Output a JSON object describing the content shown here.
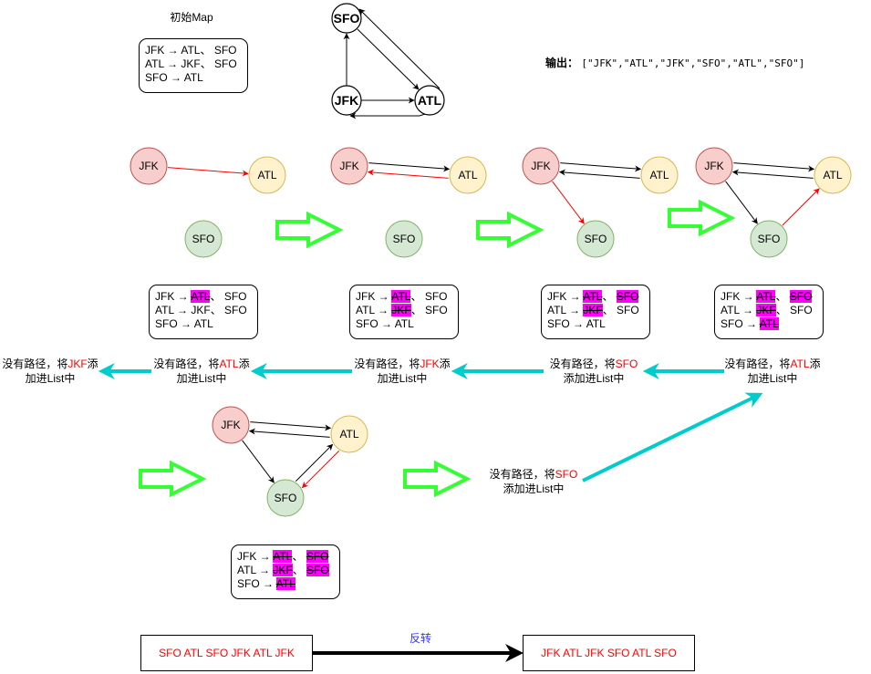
{
  "initial": {
    "title": "初始Map",
    "adjacency": [
      {
        "from": "JFK",
        "arrow": "→",
        "targets": [
          {
            "name": "ATL",
            "used": false
          },
          {
            "name": "SFO",
            "used": false
          }
        ]
      },
      {
        "from": "ATL",
        "arrow": "→",
        "targets": [
          {
            "name": "JKF",
            "used": false
          },
          {
            "name": "SFO",
            "used": false
          }
        ]
      },
      {
        "from": "SFO",
        "arrow": "→",
        "targets": [
          {
            "name": "ATL",
            "used": false
          }
        ]
      }
    ]
  },
  "output": {
    "label": "输出：",
    "value": "[\"JFK\",\"ATL\",\"JFK\",\"SFO\",\"ATL\",\"SFO\"]"
  },
  "nodes": {
    "JFK": {
      "label": "JFK",
      "fill": "#f8cecc",
      "stroke": "#b85450"
    },
    "ATL": {
      "label": "ATL",
      "fill": "#fff2cc",
      "stroke": "#d6b656"
    },
    "SFO": {
      "label": "SFO",
      "fill": "#d5e8d4",
      "stroke": "#82b366"
    }
  },
  "top_graph": {
    "nodes": [
      "SFO",
      "JFK",
      "ATL"
    ],
    "edges": [
      {
        "from": "JFK",
        "to": "SFO"
      },
      {
        "from": "SFO",
        "to": "ATL"
      },
      {
        "from": "ATL",
        "to": "SFO"
      },
      {
        "from": "JFK",
        "to": "ATL"
      },
      {
        "from": "ATL",
        "to": "JFK"
      }
    ]
  },
  "steps": [
    {
      "edges": [
        {
          "from": "JFK",
          "to": "ATL",
          "active": true
        }
      ],
      "adjacency": [
        {
          "from": "JFK",
          "arrow": "→",
          "targets": [
            {
              "name": "ATL",
              "used": true
            },
            {
              "name": "SFO",
              "used": false
            }
          ]
        },
        {
          "from": "ATL",
          "arrow": "→",
          "targets": [
            {
              "name": "JKF",
              "used": false
            },
            {
              "name": "SFO",
              "used": false
            }
          ]
        },
        {
          "from": "SFO",
          "arrow": "→",
          "targets": [
            {
              "name": "ATL",
              "used": false
            }
          ]
        }
      ],
      "caption": {
        "prefix": "没有路径，将",
        "airport": "JKF",
        "suffix1": "添",
        "suffix2": "加进List中"
      }
    },
    {
      "edges": [
        {
          "from": "JFK",
          "to": "ATL",
          "active": false
        },
        {
          "from": "ATL",
          "to": "JFK",
          "active": true
        }
      ],
      "adjacency": [
        {
          "from": "JFK",
          "arrow": "→",
          "targets": [
            {
              "name": "ATL",
              "used": true
            },
            {
              "name": "SFO",
              "used": false
            }
          ]
        },
        {
          "from": "ATL",
          "arrow": "→",
          "targets": [
            {
              "name": "JKF",
              "used": true
            },
            {
              "name": "SFO",
              "used": false
            }
          ]
        },
        {
          "from": "SFO",
          "arrow": "→",
          "targets": [
            {
              "name": "ATL",
              "used": false
            }
          ]
        }
      ],
      "caption": {
        "prefix": "没有路径，将",
        "airport": "ATL",
        "suffix1": "添",
        "suffix2": "加进List中"
      }
    },
    {
      "edges": [
        {
          "from": "JFK",
          "to": "ATL",
          "active": false
        },
        {
          "from": "ATL",
          "to": "JFK",
          "active": false
        },
        {
          "from": "JFK",
          "to": "SFO",
          "active": true
        }
      ],
      "adjacency": [
        {
          "from": "JFK",
          "arrow": "→",
          "targets": [
            {
              "name": "ATL",
              "used": true
            },
            {
              "name": "SFO",
              "used": true
            }
          ]
        },
        {
          "from": "ATL",
          "arrow": "→",
          "targets": [
            {
              "name": "JKF",
              "used": true
            },
            {
              "name": "SFO",
              "used": false
            }
          ]
        },
        {
          "from": "SFO",
          "arrow": "→",
          "targets": [
            {
              "name": "ATL",
              "used": false
            }
          ]
        }
      ],
      "caption": {
        "prefix": "没有路径，将",
        "airport": "JFK",
        "suffix1": "添",
        "suffix2": "加进List中"
      }
    },
    {
      "edges": [
        {
          "from": "JFK",
          "to": "ATL",
          "active": false
        },
        {
          "from": "ATL",
          "to": "JFK",
          "active": false
        },
        {
          "from": "JFK",
          "to": "SFO",
          "active": false
        },
        {
          "from": "SFO",
          "to": "ATL",
          "active": true
        }
      ],
      "adjacency": [
        {
          "from": "JFK",
          "arrow": "→",
          "targets": [
            {
              "name": "ATL",
              "used": true
            },
            {
              "name": "SFO",
              "used": true
            }
          ]
        },
        {
          "from": "ATL",
          "arrow": "→",
          "targets": [
            {
              "name": "JKF",
              "used": true
            },
            {
              "name": "SFO",
              "used": false
            }
          ]
        },
        {
          "from": "SFO",
          "arrow": "→",
          "targets": [
            {
              "name": "ATL",
              "used": true
            }
          ]
        }
      ],
      "caption": {
        "prefix": "没有路径，将",
        "airport": "SFO",
        "suffix1": "",
        "suffix2": "添加进List中"
      }
    },
    {
      "edges": [
        {
          "from": "JFK",
          "to": "ATL",
          "active": false
        },
        {
          "from": "ATL",
          "to": "JFK",
          "active": false
        },
        {
          "from": "JFK",
          "to": "SFO",
          "active": false
        },
        {
          "from": "SFO",
          "to": "ATL",
          "active": false
        },
        {
          "from": "ATL",
          "to": "SFO",
          "active": true
        }
      ],
      "adjacency": [
        {
          "from": "JFK",
          "arrow": "→",
          "targets": [
            {
              "name": "ATL",
              "used": true
            },
            {
              "name": "SFO",
              "used": true
            }
          ]
        },
        {
          "from": "ATL",
          "arrow": "→",
          "targets": [
            {
              "name": "JKF",
              "used": true
            },
            {
              "name": "SFO",
              "used": true
            }
          ]
        },
        {
          "from": "SFO",
          "arrow": "→",
          "targets": [
            {
              "name": "ATL",
              "used": true
            }
          ]
        }
      ],
      "caption": {
        "prefix": "没有路径，将",
        "airport": "ATL",
        "suffix1": "添",
        "suffix2": "加进List中"
      }
    }
  ],
  "final_caption": {
    "prefix": "没有路径，将",
    "airport": "SFO",
    "suffix1": "",
    "suffix2": "添加进List中"
  },
  "result": {
    "list_sequence": "SFO ATL SFO JFK ATL JFK",
    "reverse_label": "反转",
    "reversed_sequence": "JFK ATL JFK SFO ATL SFO"
  },
  "colors": {
    "active_edge": "#ff0000",
    "step_arrow": "#33ff33",
    "flow_arrow": "#00cccc",
    "highlight": "#ff00ff"
  }
}
